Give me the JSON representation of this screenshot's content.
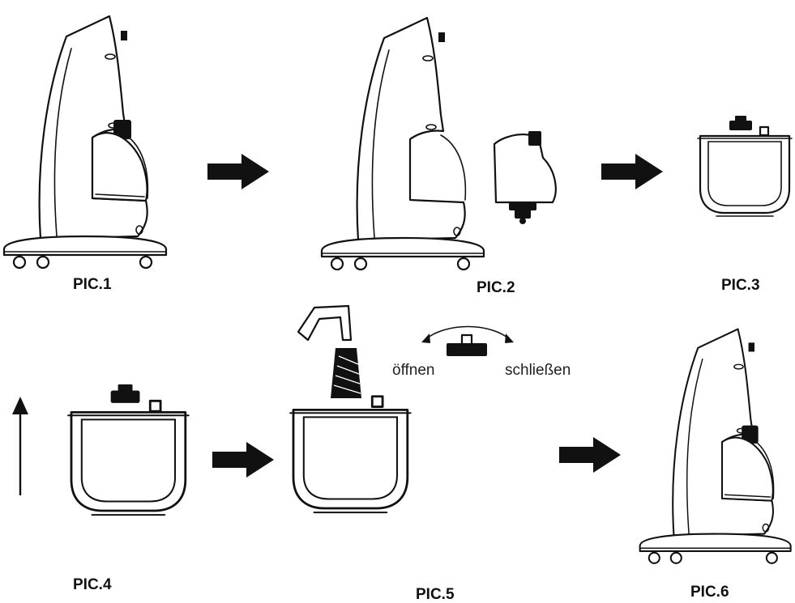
{
  "diagram": {
    "labels": {
      "pic1": "PIC.1",
      "pic2": "PIC.2",
      "pic3": "PIC.3",
      "pic4": "PIC.4",
      "pic5": "PIC.5",
      "pic6": "PIC.6"
    },
    "knob": {
      "open": "öffnen",
      "close": "schließen"
    },
    "colors": {
      "line": "#111111",
      "background": "#ffffff"
    }
  }
}
